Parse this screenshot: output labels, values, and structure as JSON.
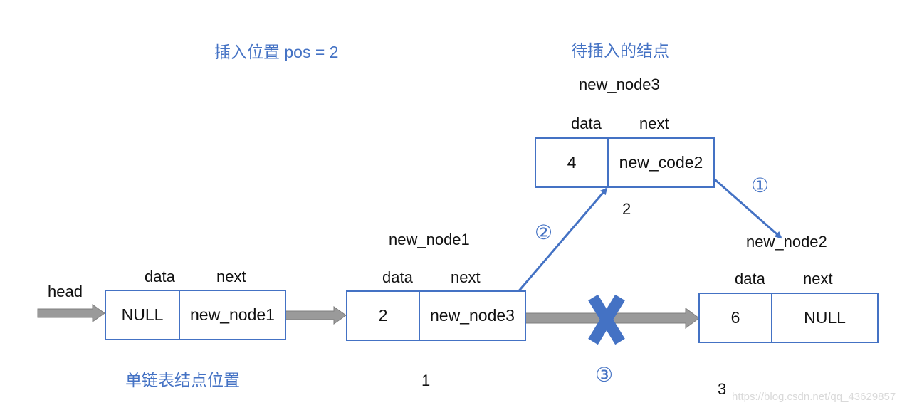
{
  "title_insert_pos": "插入位置 pos = 2",
  "title_node_to_insert": "待插入的结点",
  "title_list_positions": "单链表结点位置",
  "head_label": "head",
  "field_labels": {
    "data": "data",
    "next": "next"
  },
  "nodes": {
    "head_node": {
      "data": "NULL",
      "next": "new_node1"
    },
    "node1": {
      "name": "new_node1",
      "data": "2",
      "next": "new_node3",
      "position": "1"
    },
    "node3": {
      "name": "new_node3",
      "data": "4",
      "next": "new_code2",
      "position": "2"
    },
    "node2": {
      "name": "new_node2",
      "data": "6",
      "next": "NULL",
      "position": "3"
    }
  },
  "steps": {
    "step1": "①",
    "step2": "②",
    "step3": "③"
  },
  "watermark": "https://blog.csdn.net/qq_43629857",
  "colors": {
    "box_border": "#4472C4",
    "arrow_gray": "#9A9A9A",
    "cross_blue": "#4472C4",
    "title_blue": "#4472C4"
  }
}
